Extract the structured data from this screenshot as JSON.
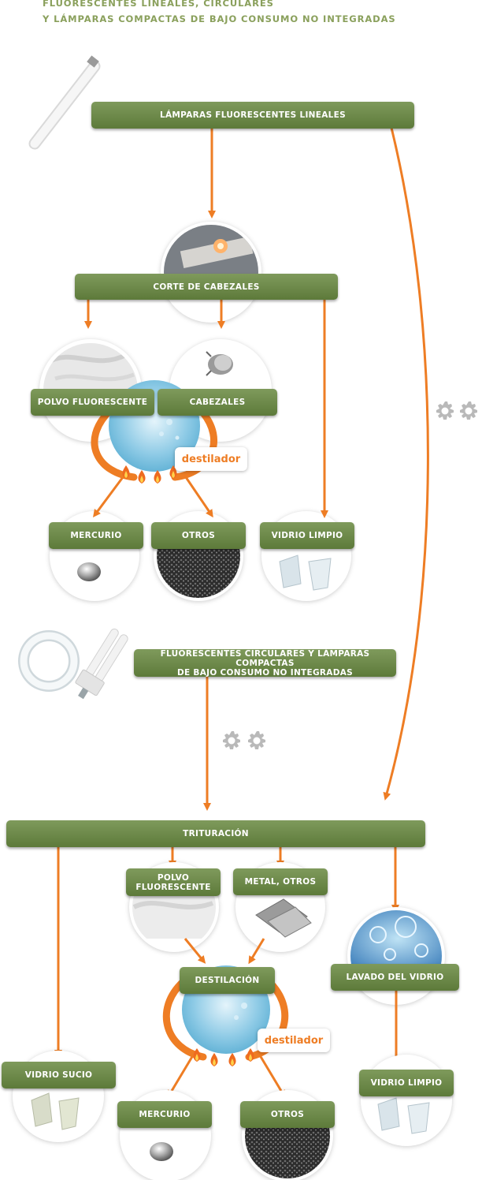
{
  "header": {
    "line1": "FLUORESCENTES LINEALES, CIRCULARES",
    "line2": "Y LÁMPARAS COMPACTAS DE BAJO CONSUMO NO INTEGRADAS"
  },
  "flow1": {
    "title": "LÁMPARAS FLUORESCENTES LINEALES",
    "cut": "CORTE DE CABEZALES",
    "powder": "POLVO FLUORESCENTE",
    "heads": "CABEZALES",
    "still_tag": "destilador",
    "mercury": "MERCURIO",
    "others": "OTROS",
    "clean_glass": "VIDRIO LIMPIO"
  },
  "flow2": {
    "title_line1": "FLUORESCENTES CIRCULARES Y LÁMPARAS COMPACTAS",
    "title_line2": "DE BAJO CONSUMO NO INTEGRADAS",
    "crushing": "TRITURACIÓN",
    "powder_line1": "POLVO",
    "powder_line2": "FLUORESCENTE",
    "metal": "METAL, OTROS",
    "distillation": "DESTILACIÓN",
    "still_tag": "destilador",
    "glass_wash": "LAVADO DEL VIDRIO",
    "dirty_glass": "VIDRIO SUCIO",
    "mercury": "MERCURIO",
    "others": "OTROS",
    "clean_glass": "VIDRIO LIMPIO"
  },
  "colors": {
    "box_green": "#6b8848",
    "arrow_orange": "#ee7d24",
    "header_green": "#8aa05c"
  },
  "icons": [
    "linear-tube-icon",
    "circular-tube-icon",
    "compact-lamp-icon",
    "gear-icon",
    "flame-icon"
  ]
}
